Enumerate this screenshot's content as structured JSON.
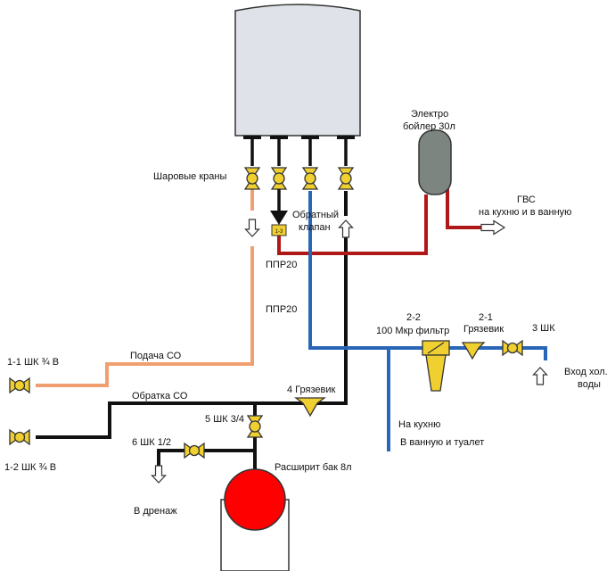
{
  "labels": {
    "ball_valves": "Шаровые краны",
    "check_valve_1": "Обратный",
    "check_valve_2": "клапан",
    "check_valve_mark": "1-3",
    "boiler_1": "Электро",
    "boiler_2": "бойлер 30л",
    "hot_water_1": "ГВС",
    "hot_water_2": "на кухню и в ванную",
    "ppr20_a": "ППР20",
    "ppr20_b": "ППР20",
    "filter_code": "2-2",
    "filter_name": "100 Мкр фильтр",
    "strainer_code": "2-1",
    "strainer_name": "Грязевик",
    "valve3": "3 ШК",
    "cold_in_1": "Вход хол.",
    "cold_in_2": "воды",
    "valve_1_1": "1-1 ШК ¾ В",
    "supply_co": "Подача СО",
    "return_co": "Обратка СО",
    "strainer4": "4 Грязевик",
    "valve5": "5 ШК 3/4",
    "valve_1_2": "1-2 ШК ¾ В",
    "valve6": "6 ШК 1/2",
    "kitchen": "На кухню",
    "bath": "В ванную и туалет",
    "exp_tank": "Расширит бак 8л",
    "drain": "В дренаж"
  },
  "colors": {
    "orange": "#f0a070",
    "black": "#111111",
    "red": "#b01818",
    "blue": "#2a66b8",
    "valve_fill": "#f0d030",
    "tank_red": "#ff0000",
    "boiler_body": "#dfe2e8",
    "e_boiler": "#7d8580"
  },
  "icons": [
    "ball-valve-icon",
    "check-valve-icon",
    "strainer-icon",
    "filter-icon",
    "flow-arrow-icon"
  ]
}
